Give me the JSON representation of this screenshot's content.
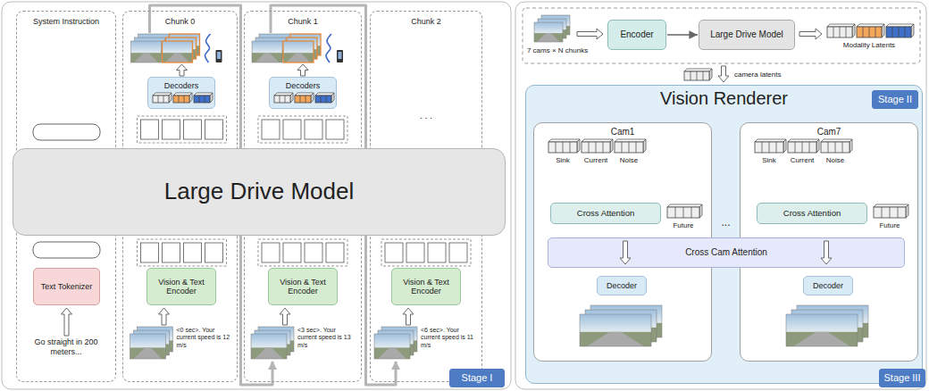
{
  "diagram": {
    "nodes": [
      {
        "text": [
          "System Instruction"
        ]
      },
      {
        "text": [
          "Text Tokenizer"
        ],
        "in": 0
      },
      {
        "text": [
          "Chunk 0"
        ]
      },
      {
        "text": [
          "Decoders"
        ],
        "in": 2
      },
      {
        "text": [
          "Vision & Text Encoder"
        ],
        "in": 2
      },
      {
        "text": [
          "Chunk 1"
        ]
      },
      {
        "text": [
          "Decoders"
        ],
        "in": 5
      },
      {
        "text": [
          "Vision & Text Encoder"
        ],
        "in": 5
      },
      {
        "text": [
          "Chunk 2"
        ]
      },
      {
        "text": [
          "Vision & Text Encoder"
        ],
        "in": 8
      },
      {
        "text": [
          "Large Drive Model"
        ]
      },
      {
        "text": [
          "Stage I"
        ]
      },
      {
        "text": [
          "Encoder"
        ]
      },
      {
        "text": [
          "Large Drive Model"
        ]
      },
      {
        "text": [
          "Vision Renderer"
        ]
      },
      {
        "text": [
          "Stage II"
        ],
        "in": 14
      },
      {
        "text": [
          "Cam1"
        ],
        "in": 14
      },
      {
        "text": [
          "Cross Attention"
        ],
        "in": 16
      },
      {
        "text": [
          "Decoder"
        ],
        "in": 16
      },
      {
        "text": [
          "Cam7"
        ],
        "in": 14
      },
      {
        "text": [
          "Cross Attention"
        ],
        "in": 19
      },
      {
        "text": [
          "Decoder"
        ],
        "in": 19
      },
      {
        "text": [
          "Cross Cam Attention"
        ],
        "in": 14
      },
      {
        "text": [
          "Stage III"
        ]
      }
    ],
    "edges": [
      {
        "from": 12,
        "to": 13,
        "arrow": "to"
      }
    ],
    "labels": [
      ". . .",
      "Go straight in 200 meters...",
      "<0 sec>. Your current speed is 12 m/s",
      "<3 sec>. Your current speed is 13 m/s",
      "<6 sec>. Your current speed is 11 m/s",
      "7 cams × N chunks",
      "Modality Latents",
      "camera latents",
      "Sink",
      "Current",
      "Noise",
      "Future",
      "...",
      "Sink",
      "Current",
      "Noise",
      "Future"
    ]
  }
}
